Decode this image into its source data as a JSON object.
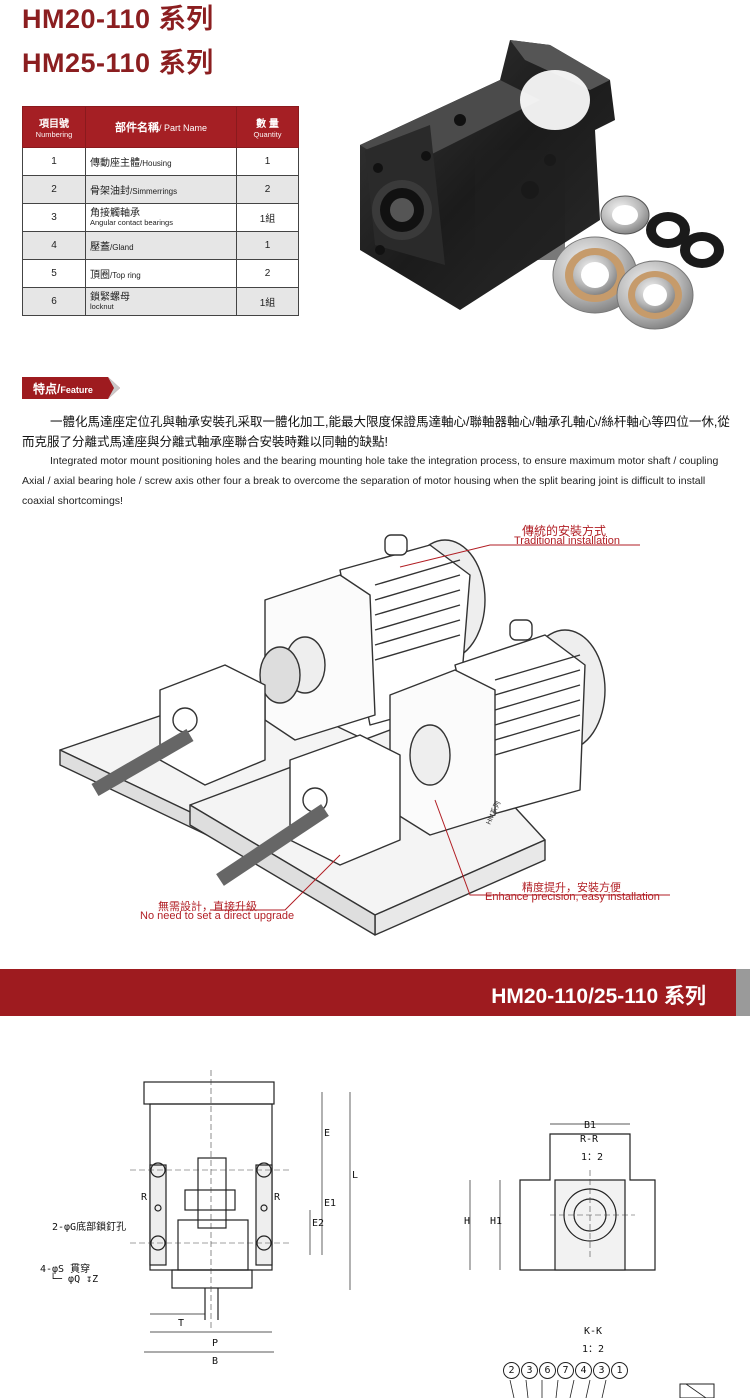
{
  "titles": [
    "HM20-110 系列",
    "HM25-110 系列"
  ],
  "parts_table": {
    "headers": [
      {
        "cn": "項目號",
        "en": "Numbering"
      },
      {
        "cn": "部件名稱",
        "en": "/ Part Name"
      },
      {
        "cn": "數 量",
        "en": "Quantity"
      }
    ],
    "rows": [
      {
        "no": "1",
        "cn": "傳動座主體",
        "en": "/Housing",
        "qty": "1"
      },
      {
        "no": "2",
        "cn": "骨架油封",
        "en": "/Simmerrings",
        "qty": "2"
      },
      {
        "no": "3",
        "cn": "角接觸軸承",
        "en": "Angular contact bearings",
        "qty": "1組"
      },
      {
        "no": "4",
        "cn": "壓蓋",
        "en": "/Gland",
        "qty": "1"
      },
      {
        "no": "5",
        "cn": "頂圈",
        "en": "/Top ring",
        "qty": "2"
      },
      {
        "no": "6",
        "cn": "鎖緊螺母",
        "en": "locknut",
        "qty": "1組"
      }
    ]
  },
  "feature": {
    "tag_cn": "特点/",
    "tag_en": "Feature",
    "text_cn": "一體化馬達座定位孔與軸承安裝孔采取一體化加工,能最大限度保證馬達軸心/聯軸器軸心/軸承孔軸心/絲杆軸心等四位一休,從而克服了分離式馬達座與分離式軸承座聯合安裝時難以同軸的缺點!",
    "text_en": "Integrated motor mount positioning holes and the bearing mounting hole take the integration process, to ensure maximum motor shaft / coupling Axial / axial bearing hole / screw axis other four a break to overcome the separation of motor housing when the split bearing joint is difficult to install coaxial shortcomings!"
  },
  "illustration": {
    "traditional_cn": "傳統的安裝方式",
    "traditional_en": "Traditional installation",
    "nodesign_cn": "無需設計，直接升級",
    "nodesign_en": "No need to set a direct upgrade",
    "precision_cn": "精度提升，安裝方便",
    "precision_en": "Enhance precision, easy installation",
    "motor_label": "HM系列"
  },
  "banner": {
    "text": "HM20-110/25-110 系列"
  },
  "drawing": {
    "labels": {
      "E": "E",
      "L": "L",
      "E1": "E1",
      "E2": "E2",
      "R": "R",
      "hole_note": "2-φG底部鎖釘孔",
      "through_note": "4-φS 貫穿",
      "counterbore": "└─ φQ ↧Z",
      "T": "T",
      "P": "P",
      "B": "B",
      "B1": "B1",
      "RR": "R-R",
      "scale": "1：2",
      "H": "H",
      "H1": "H1",
      "KK": "K-K",
      "scale2": "1：2"
    },
    "balloons": [
      "2",
      "3",
      "6",
      "7",
      "4",
      "3",
      "1"
    ]
  },
  "colors": {
    "brand_red": "#9e1b1f",
    "table_header": "#a51f24",
    "accent": "#b11e24"
  }
}
